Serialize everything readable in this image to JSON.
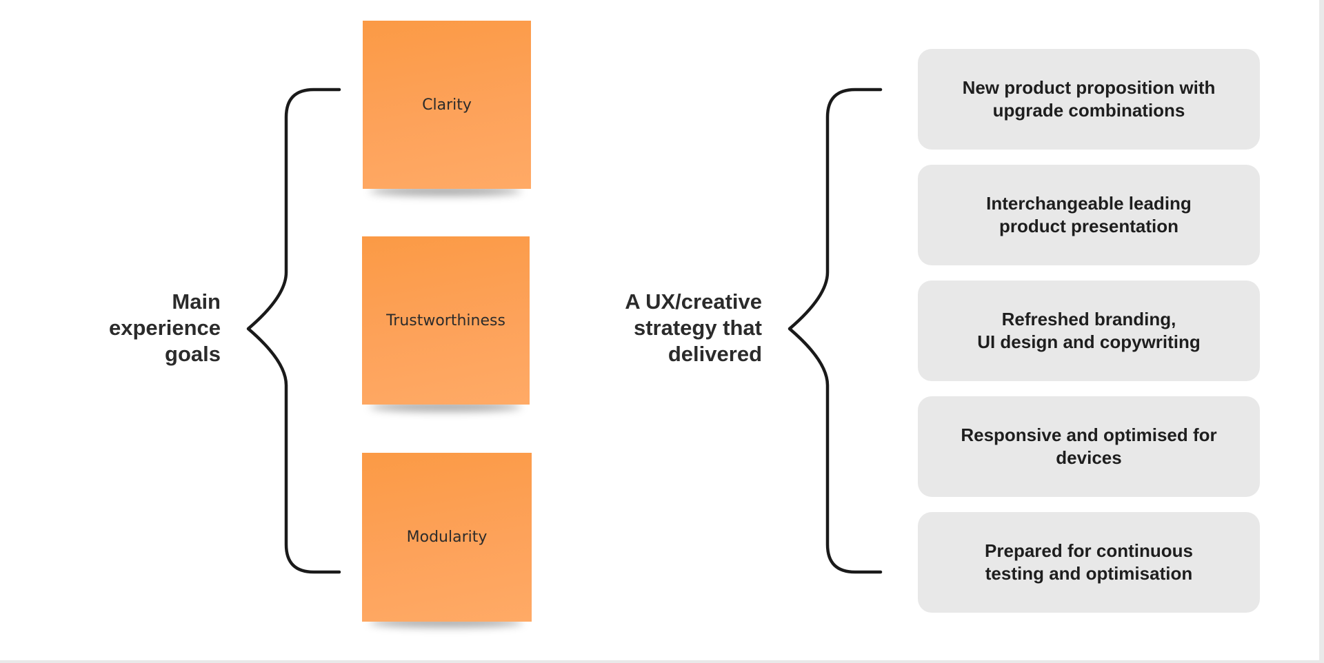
{
  "left_label": [
    "Main",
    "experience",
    "goals"
  ],
  "goals": [
    {
      "label": "Clarity"
    },
    {
      "label": "Trustworthiness"
    },
    {
      "label": "Modularity"
    }
  ],
  "middle_label": [
    "A UX/creative",
    "strategy that",
    "delivered"
  ],
  "strategy_items": [
    {
      "lines": [
        "New product proposition with",
        "upgrade combinations"
      ]
    },
    {
      "lines": [
        "Interchangeable leading",
        "product presentation"
      ]
    },
    {
      "lines": [
        "Refreshed branding,",
        "UI design and copywriting"
      ]
    },
    {
      "lines": [
        "Responsive and optimised for",
        "devices"
      ]
    },
    {
      "lines": [
        "Prepared for continuous",
        "testing and optimisation"
      ]
    }
  ],
  "colors": {
    "sticky_note": "#fda25a",
    "card_background": "#e8e8e8",
    "text": "#2b2b2b",
    "brace": "#1a1a1a"
  }
}
